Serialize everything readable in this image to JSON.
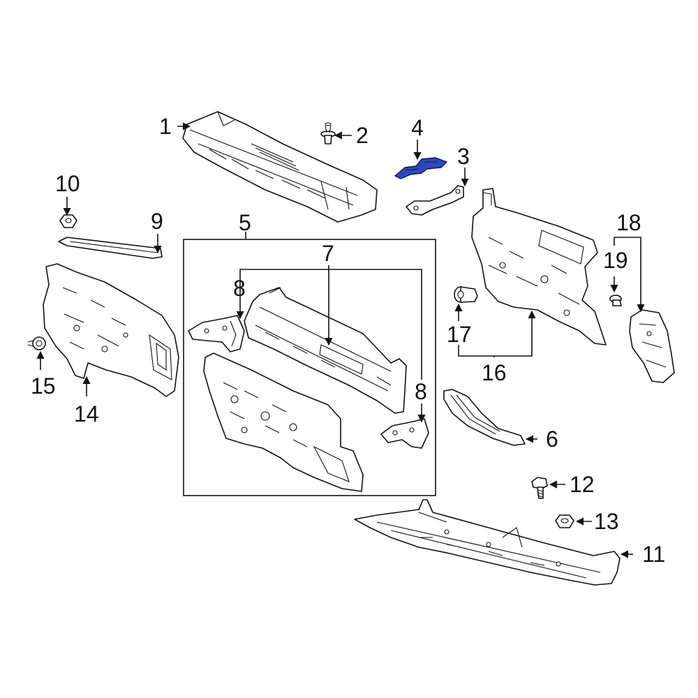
{
  "colors": {
    "highlight": "#2d48b8",
    "line": "#111111",
    "background": "#ffffff"
  },
  "callouts": {
    "c1": "1",
    "c2": "2",
    "c3": "3",
    "c4": "4",
    "c5": "5",
    "c6": "6",
    "c7": "7",
    "c8a": "8",
    "c8b": "8",
    "c9": "9",
    "c10": "10",
    "c11": "11",
    "c12": "12",
    "c13": "13",
    "c14": "14",
    "c15": "15",
    "c16": "16",
    "c17": "17",
    "c18": "18",
    "c19": "19"
  },
  "highlighted_part": "4"
}
